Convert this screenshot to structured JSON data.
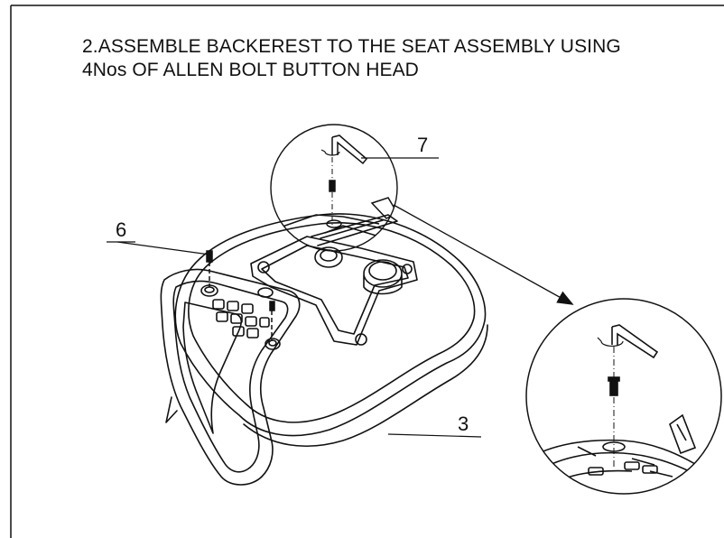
{
  "instruction": {
    "line1": "2.ASSEMBLE BACKEREST TO THE SEAT ASSEMBLY USING",
    "line2": "4Nos OF ALLEN BOLT BUTTON HEAD"
  },
  "callouts": {
    "part_7": "7",
    "part_6": "6",
    "part_3": "3"
  },
  "colors": {
    "line": "#111111",
    "background": "#ffffff"
  }
}
